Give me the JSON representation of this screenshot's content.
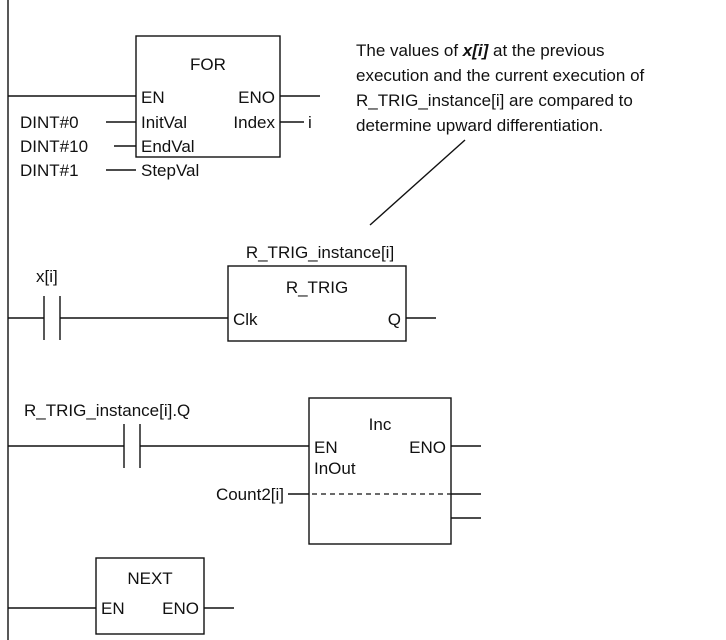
{
  "for_block": {
    "title": "FOR",
    "pin_en": "EN",
    "pin_eno": "ENO",
    "pin_initval": "InitVal",
    "pin_index": "Index",
    "pin_endval": "EndVal",
    "pin_stepval": "StepVal",
    "in_initval": "DINT#0",
    "in_endval": "DINT#10",
    "in_stepval": "DINT#1",
    "out_index": "i"
  },
  "annotation": {
    "line1_pre": "The values of ",
    "line1_var": "x[i]",
    "line1_post": " at the previous",
    "line2": "execution and the current execution of",
    "line3": "R_TRIG_instance[i] are compared to",
    "line4": "determine upward differentiation."
  },
  "rtrig_block": {
    "instance_label": "R_TRIG_instance[i]",
    "title": "R_TRIG",
    "pin_clk": "Clk",
    "pin_q": "Q",
    "contact_var": "x[i]"
  },
  "inc_block": {
    "contact_var": "R_TRIG_instance[i].Q",
    "title": "Inc",
    "pin_en": "EN",
    "pin_eno": "ENO",
    "pin_inout": "InOut",
    "in_inout": "Count2[i]"
  },
  "next_block": {
    "title": "NEXT",
    "pin_en": "EN",
    "pin_eno": "ENO"
  }
}
